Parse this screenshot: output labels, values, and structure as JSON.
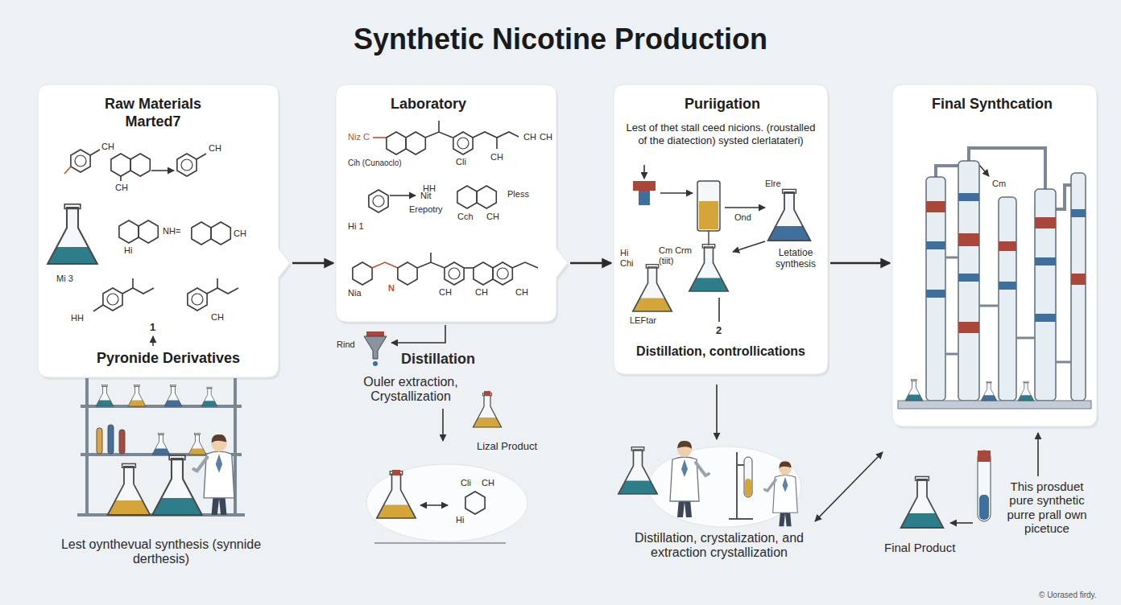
{
  "diagram": {
    "title": "Synthetic Nicotine Production",
    "nodes": [
      {
        "text": [
          "Raw Materials Marted7",
          "Pyronide Derivatives"
        ]
      },
      {
        "text": [
          "Laboratory"
        ]
      },
      {
        "text": [
          "Puriigation",
          "Lest of thet stall ceed nicions. (roustalled of the diatection) systed clerlatateri)",
          "Distillation, controllications"
        ]
      },
      {
        "text": [
          "Final Synthcation"
        ]
      }
    ],
    "edges": [
      {
        "from": 0,
        "to": 1,
        "arrow": "to"
      },
      {
        "from": 1,
        "to": 2,
        "arrow": "to"
      },
      {
        "from": 2,
        "to": 3,
        "arrow": "to"
      }
    ],
    "labels": [
      "CH",
      "CH",
      "CH",
      "Hi",
      "NH=",
      "CH",
      "Mi 3",
      "HH",
      "CH",
      "1",
      "Niz C",
      "CH",
      "CH",
      "Cih (Cunaoclo)",
      "Cli",
      "CH",
      "HH",
      "Nit",
      "Erepotry",
      "Pless",
      "Cch",
      "CH",
      "Hi 1",
      "Nia",
      "N",
      "CH",
      "CH",
      "CH",
      "Hi Chi",
      "Cm Crm (tiit)",
      "Ond",
      "Elre",
      "Letatioe synthesis",
      "LEFtar",
      "2",
      "Cm",
      "Rind",
      "Distillation",
      "Ouler extraction, Crystallization",
      "Lizal Product",
      "Cli",
      "CH",
      "Hi",
      "Lest oynthevual synthesis (synnide derthesis)",
      "Distillation, crystalization, and extraction crystallization",
      "Final Product",
      "This prosduet pure synthetic purre prall own picetuce",
      "© Uorased firdy."
    ]
  }
}
